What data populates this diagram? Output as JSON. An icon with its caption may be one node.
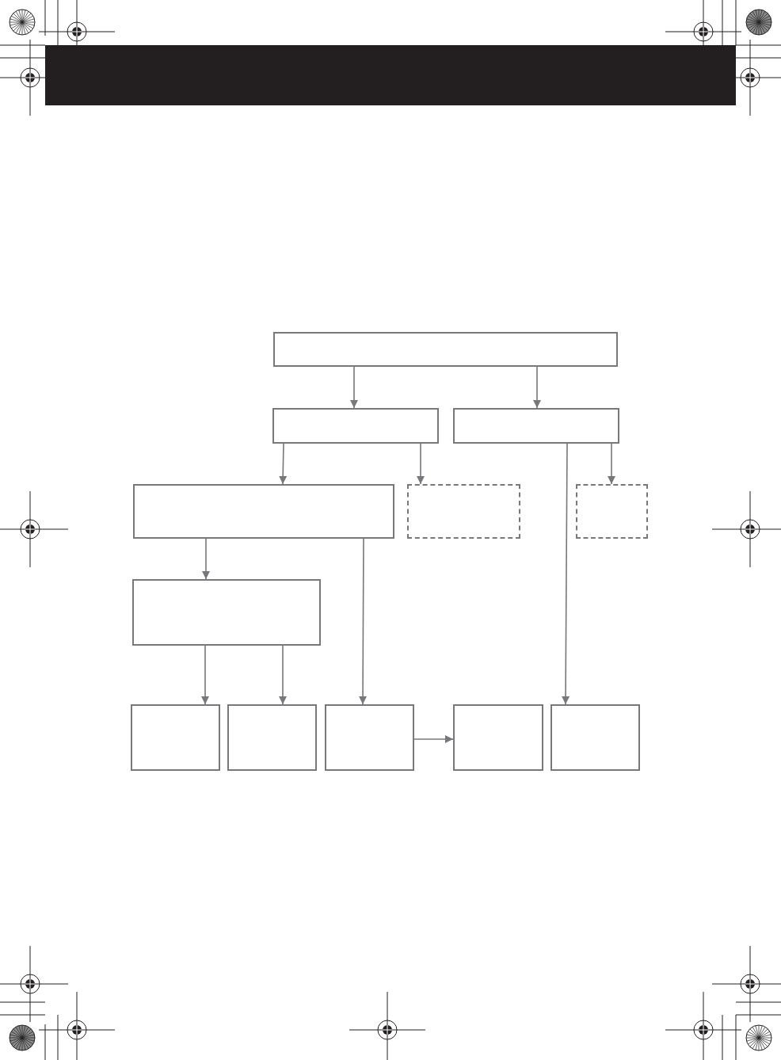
{
  "diagram": {
    "nodes": [
      {
        "text": [],
        "shape": "box"
      },
      {
        "text": [],
        "shape": "box"
      },
      {
        "text": [],
        "shape": "box"
      },
      {
        "text": [],
        "shape": "box"
      },
      {
        "text": [],
        "shape": "box"
      },
      {
        "text": [],
        "shape": "box"
      },
      {
        "text": [],
        "shape": "box"
      },
      {
        "text": [],
        "shape": "box"
      },
      {
        "text": [],
        "shape": "box"
      },
      {
        "text": [],
        "shape": "box"
      },
      {
        "text": [],
        "shape": "box"
      },
      {
        "text": [],
        "shape": "box"
      }
    ],
    "edges": [
      {
        "from": 0,
        "to": 1,
        "arrow": "to"
      },
      {
        "from": 0,
        "to": 2,
        "arrow": "to"
      },
      {
        "from": 1,
        "to": 3,
        "arrow": "to"
      },
      {
        "from": 1,
        "to": 4,
        "arrow": "to"
      },
      {
        "from": 2,
        "to": 11,
        "arrow": "to"
      },
      {
        "from": 2,
        "to": 5,
        "arrow": "to"
      },
      {
        "from": 3,
        "to": 6,
        "arrow": "to"
      },
      {
        "from": 3,
        "to": 9,
        "arrow": "to"
      },
      {
        "from": 6,
        "to": 7,
        "arrow": "to"
      },
      {
        "from": 6,
        "to": 8,
        "arrow": "to"
      },
      {
        "from": 9,
        "to": 10,
        "arrow": "to"
      }
    ]
  }
}
